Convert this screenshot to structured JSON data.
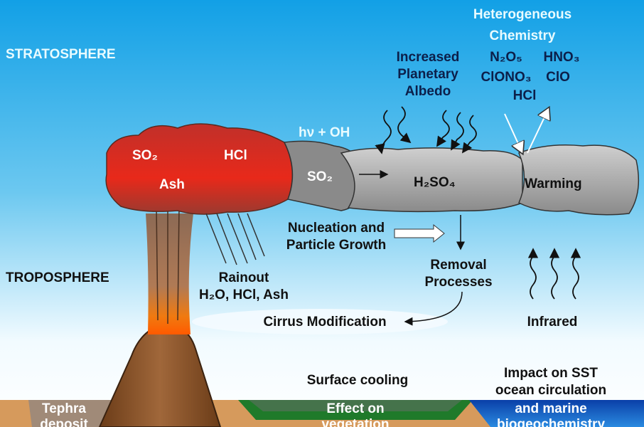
{
  "regions": {
    "stratosphere": "STRATOSPHERE",
    "troposphere": "TROPOSPHERE"
  },
  "plume": {
    "so2": "SO₂",
    "hcl": "HCl",
    "ash": "Ash"
  },
  "reaction": {
    "photolysis": "hν + OH",
    "so2": "SO₂",
    "h2so4": "H₂SO₄",
    "warming": "Warming"
  },
  "albedo": [
    "Increased",
    "Planetary",
    "Albedo"
  ],
  "heterogeneous": {
    "title": [
      "Heterogeneous",
      "Chemistry"
    ],
    "species": [
      "N₂O₅",
      "HNO₃",
      "ClONO₃",
      "ClO",
      "HCl"
    ]
  },
  "processes": {
    "nucleation": [
      "Nucleation and",
      "Particle Growth"
    ],
    "removal": [
      "Removal",
      "Processes"
    ],
    "rainout": [
      "Rainout",
      "H₂O, HCl, Ash"
    ],
    "cirrus": "Cirrus Modification",
    "infrared": "Infrared"
  },
  "surface": {
    "cooling": "Surface cooling",
    "tephra": [
      "Tephra",
      "deposit"
    ],
    "vegetation": [
      "Effect on",
      "vegetation"
    ],
    "sst": [
      "Impact on SST",
      "ocean circulation",
      "and marine",
      "biogeochemistry"
    ]
  },
  "colors": {
    "sky_top": "#12a0e6",
    "sky_bottom": "#ffffff",
    "plume_red": "#d9241c",
    "cloud_gray": "#9a9a9a",
    "ground": "#d69a5c",
    "vegetation": "#1f7a2a",
    "ocean": "#0a4fb5",
    "volcano": "#8a5228"
  }
}
